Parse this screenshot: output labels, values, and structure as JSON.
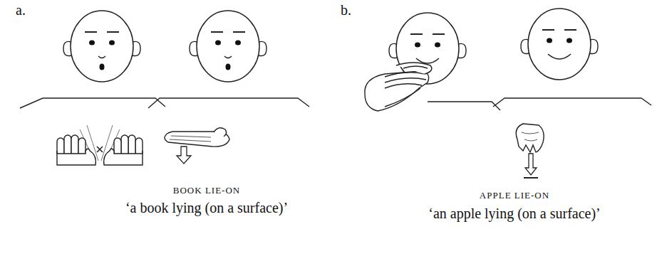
{
  "diagram": {
    "labels": [
      "a.",
      "b.",
      "BOOK LIE-ON",
      "‘a book lying (on a surface)’",
      "APPLE LIE-ON",
      "‘an apple lying (on a surface)’"
    ]
  }
}
